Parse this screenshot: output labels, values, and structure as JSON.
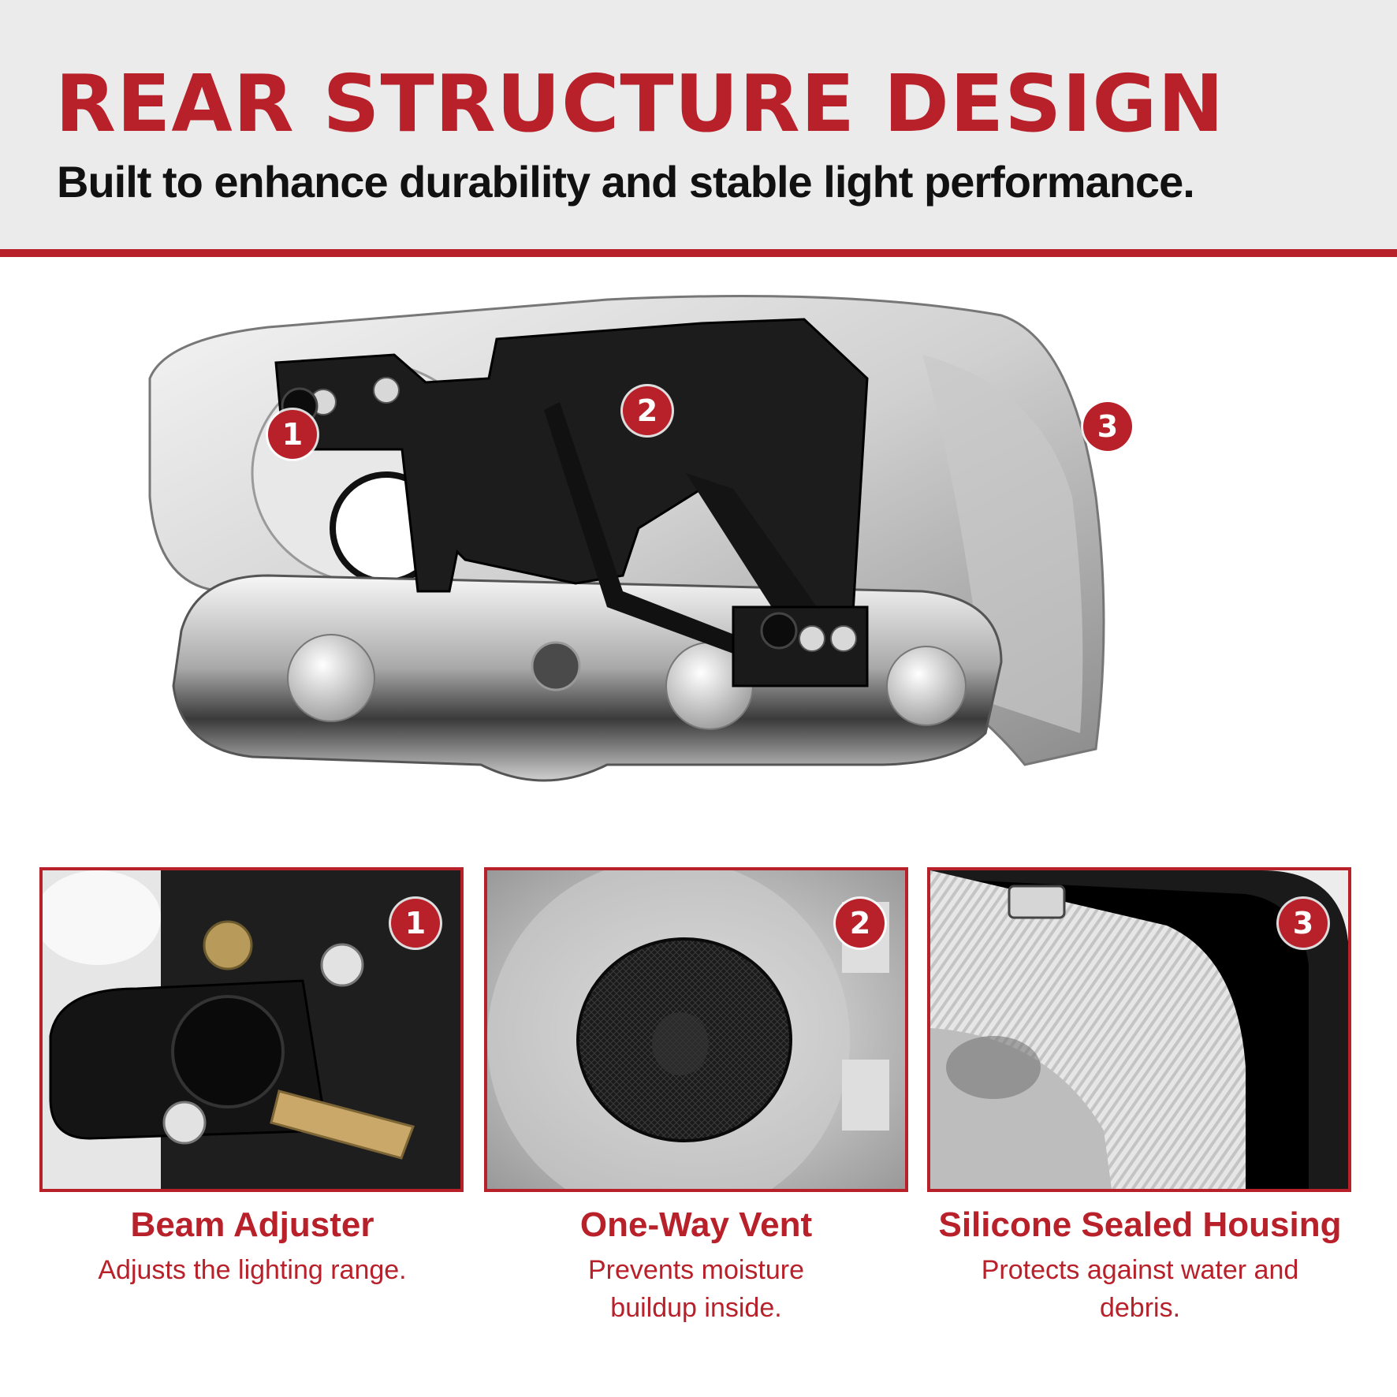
{
  "header": {
    "title": "REAR STRUCTURE DESIGN",
    "subtitle": "Built to enhance durability and stable light performance."
  },
  "hero_badges": [
    "1",
    "2",
    "3"
  ],
  "features": [
    {
      "number": "1",
      "title": "Beam Adjuster",
      "description": "Adjusts the lighting range."
    },
    {
      "number": "2",
      "title": "One-Way Vent",
      "description": "Prevents moisture buildup inside."
    },
    {
      "number": "3",
      "title": "Silicone Sealed Housing",
      "description": "Protects against water and debris."
    }
  ],
  "colors": {
    "accent": "#b8202a",
    "header_bg": "#ebebeb",
    "text_dark": "#111111"
  }
}
